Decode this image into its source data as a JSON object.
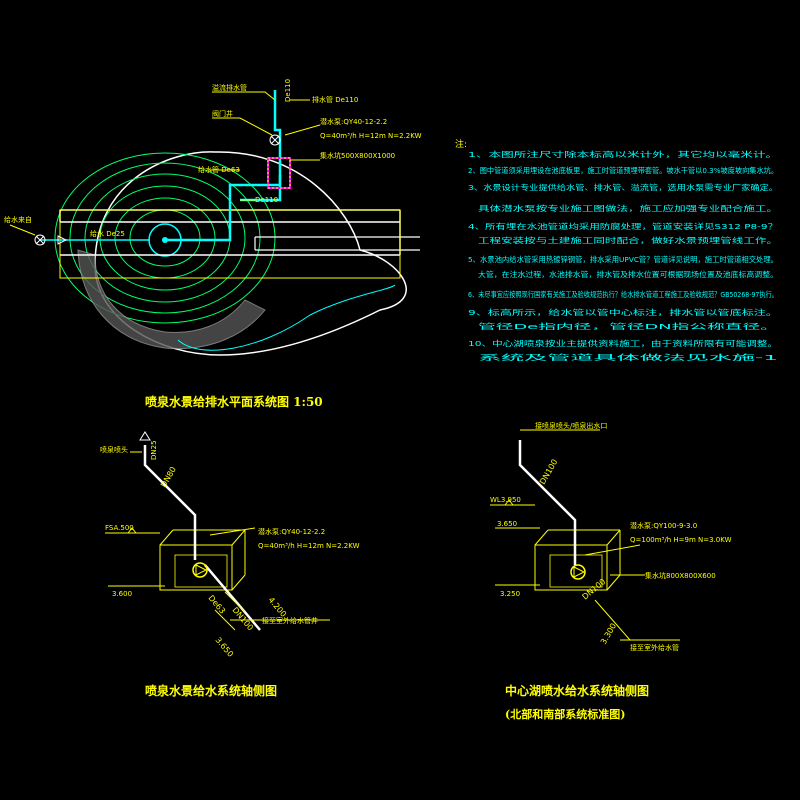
{
  "colors": {
    "background": "#000000",
    "cyan": "#00ffff",
    "yellow": "#ffff00",
    "green": "#00ff00",
    "white": "#ffffff",
    "magenta": "#ff00ff",
    "gray": "#9a9a9a"
  },
  "plan": {
    "title": "喷泉水景给排水平面系统图 1:50",
    "labels": {
      "overflow": "溢流排水管",
      "valve": "阀门井",
      "pipe_de110": "De110",
      "drain": "排水管 De110",
      "pump_spec": "潜水泵:QY40-12-2.2",
      "pump_params": "Q=40m³/h H=12m N=2.2KW",
      "pump_pit": "集水坑500X800X1000",
      "inlet_pipe": "给水管 De63",
      "return_pipe": "De110",
      "supply": "给水来自",
      "nozzle_pipe": "给水 De25"
    }
  },
  "notes": {
    "header": "注:",
    "items": [
      "1、本图所注尺寸除本标高以米计外，其它均以毫米计。",
      "2、图中管道须采用埋设在池底板里，施工时管道预埋带套管。坡水干管以0.3%坡度坡向集水坑。",
      "3、水景设计专业提供给水管、排水管、溢流管，选用水泵需专业厂家确定。",
      "具体潜水泵按专业施工图做法，施工应加强专业配合施工。",
      "4、所有埋在水池管道均采用防腐处理，管道安装详见S312 P8-9？",
      "工程安装按与土建施工同时配合，做好水景预埋管线工作。",
      "5、水景池内给水管采用热镀锌钢管，排水采用UPVC管？管道详见说明，施工时管道相交处理。",
      "大管，在注水过程，水池排水管，排水管及排水位置可根据现场位置及池底标高调整。",
      "6、未尽事宜应按照现行国家有关施工及验收规范执行？给水排水管道工程施工及验收规范？GB50268-97执行。",
      "9、标高所示，给水管以管中心标注，排水管以管底标注。",
      "管径De指内径，管径DN指公称直径。",
      "10、中心湖喷泉按业主提供资料施工，由于资料所限有可能调整。",
      "系统及管道具体做法见水施-1"
    ]
  },
  "axonometric_left": {
    "title": "喷泉水景给水系统轴侧图",
    "labels": {
      "nozzle": "喷泉喷头",
      "de25": "DN25",
      "dn80": "DN80",
      "fsa": "FSA.500",
      "level_a": "3.600",
      "pump_spec": "潜水泵:QY40-12-2.2",
      "pump_params": "Q=40m³/h H=12m N=2.2KW",
      "dn100": "DN100",
      "de63": "De63",
      "level_b": "4.200",
      "pipe_note": "接至室外给水管井",
      "level_c": "3.650"
    }
  },
  "axonometric_right": {
    "title": "中心湖喷水给水系统轴侧图",
    "subtitle": "(北部和南部系统标准图)",
    "labels": {
      "top_note": "接喷泉喷头/喷泉出水口",
      "dn100": "DN100",
      "wl": "WL3.950",
      "level_a": "3.650",
      "pump_spec": "潜水泵:QY100-9-3.0",
      "pump_params": "Q=100m³/h H=9m N=3.0KW",
      "pit": "集水坑800X800X600",
      "level_b": "3.250",
      "dn100b": "DN100",
      "level_c": "3.300",
      "pipe_note": "接至室外给水管"
    }
  }
}
